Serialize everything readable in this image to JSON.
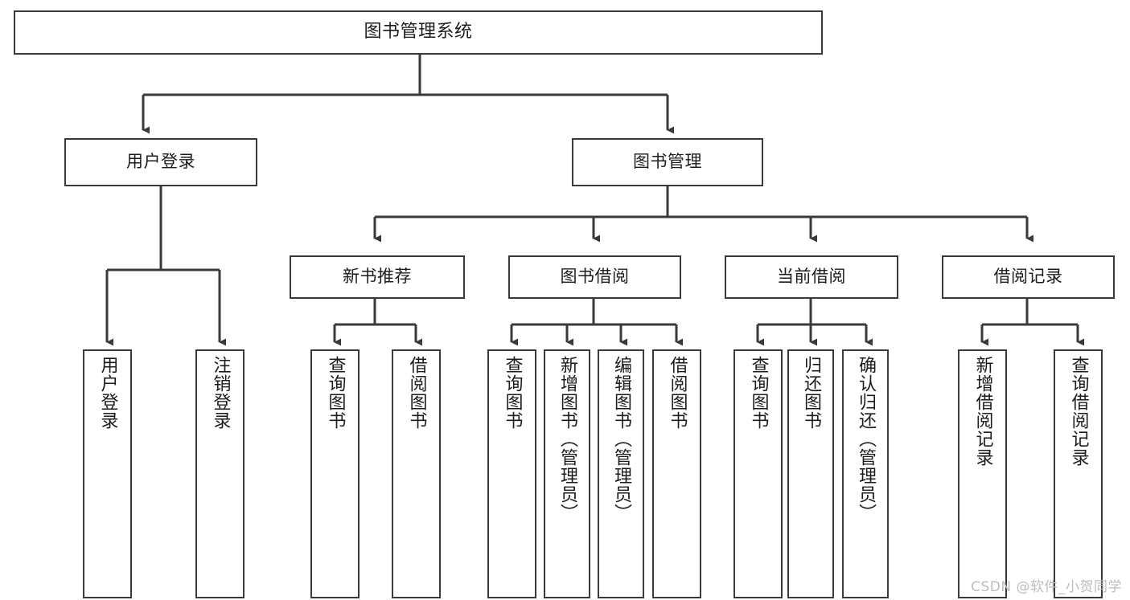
{
  "diagram": {
    "title": "图书管理系统",
    "watermark": "CSDN @软件_小贺同学",
    "stroke_color": "#3a3a3a",
    "text_color": "#1c1c1c",
    "background_color": "#ffffff"
  },
  "nodes": {
    "root": {
      "label": "图书管理系统"
    },
    "level1": [
      {
        "key": "user-login",
        "label": "用户登录"
      },
      {
        "key": "book-management",
        "label": "图书管理"
      }
    ],
    "level2": [
      {
        "key": "new-book-recommend",
        "label": "新书推荐"
      },
      {
        "key": "book-borrow",
        "label": "图书借阅"
      },
      {
        "key": "current-borrow",
        "label": "当前借阅"
      },
      {
        "key": "borrow-record",
        "label": "借阅记录"
      }
    ],
    "leaves": [
      {
        "key": "leaf-user-login",
        "label": "用户登录",
        "parent": "user-login"
      },
      {
        "key": "leaf-user-logout",
        "label": "注销登录",
        "parent": "user-login"
      },
      {
        "key": "leaf-query-book-1",
        "label": "查询图书",
        "parent": "new-book-recommend"
      },
      {
        "key": "leaf-borrow-book-1",
        "label": "借阅图书",
        "parent": "new-book-recommend"
      },
      {
        "key": "leaf-query-book-2",
        "label": "查询图书",
        "parent": "book-borrow"
      },
      {
        "key": "leaf-add-book",
        "label": "新增图书（管理员）",
        "parent": "book-borrow"
      },
      {
        "key": "leaf-edit-book",
        "label": "编辑图书（管理员）",
        "parent": "book-borrow"
      },
      {
        "key": "leaf-borrow-book-2",
        "label": "借阅图书",
        "parent": "book-borrow"
      },
      {
        "key": "leaf-query-book-3",
        "label": "查询图书",
        "parent": "current-borrow"
      },
      {
        "key": "leaf-return-book",
        "label": "归还图书",
        "parent": "current-borrow"
      },
      {
        "key": "leaf-confirm-return",
        "label": "确认归还（管理员）",
        "parent": "current-borrow"
      },
      {
        "key": "leaf-add-record",
        "label": "新增借阅记录",
        "parent": "borrow-record"
      },
      {
        "key": "leaf-query-record",
        "label": "查询借阅记录",
        "parent": "borrow-record"
      }
    ]
  }
}
